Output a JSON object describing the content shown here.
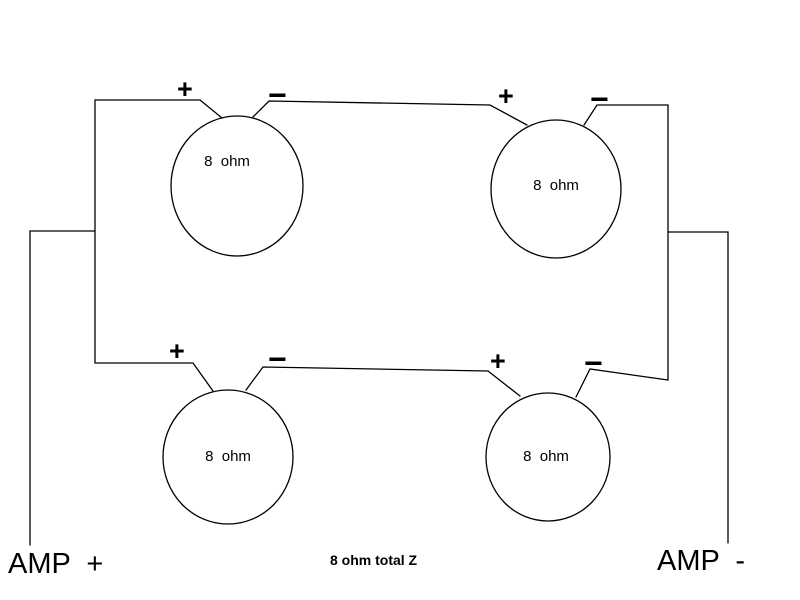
{
  "colors": {
    "background": "#ffffff",
    "line": "#000000",
    "text": "#000000"
  },
  "speakers": [
    {
      "id": "top-left",
      "label": "8  ohm",
      "positive": "+",
      "negative": "−"
    },
    {
      "id": "top-right",
      "label": "8  ohm",
      "positive": "+",
      "negative": "−"
    },
    {
      "id": "bottom-left",
      "label": "8  ohm",
      "positive": "+",
      "negative": "−"
    },
    {
      "id": "bottom-right",
      "label": "8  ohm",
      "positive": "+",
      "negative": "−"
    }
  ],
  "amp": {
    "positive_label": "AMP  +",
    "negative_label": "AMP  -"
  },
  "caption": {
    "total_impedance": "8 ohm total Z"
  }
}
